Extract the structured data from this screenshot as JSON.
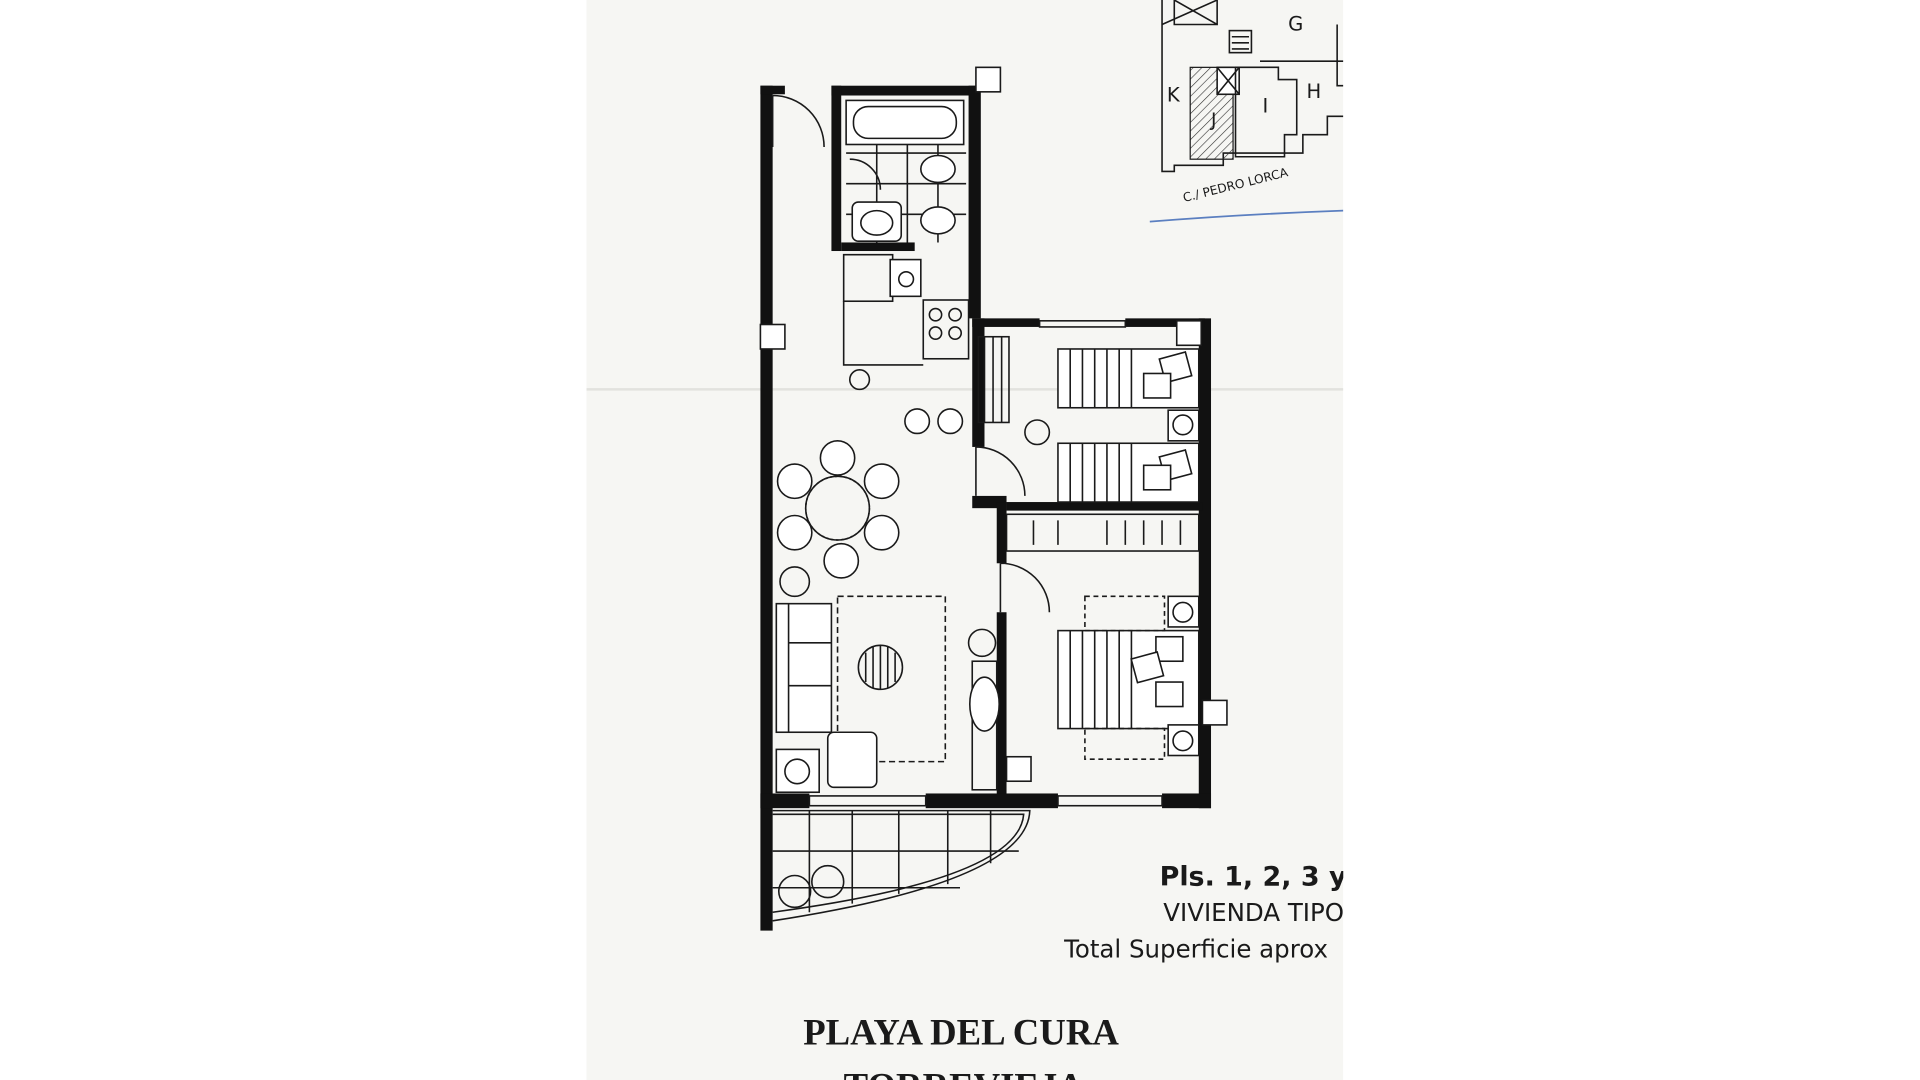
{
  "document": {
    "site_plan": {
      "units": [
        "G",
        "H",
        "I",
        "J",
        "K"
      ],
      "street": "C./ PEDRO LORCA"
    },
    "caption": {
      "floors": "Pls. 1, 2, 3 y",
      "type": "VIVIENDA TIPO",
      "area": "Total Superficie aprox"
    },
    "title": "PLAYA DEL CURA",
    "subtitle": "TORREVIEJA"
  },
  "colors": {
    "paper": "#f6f6f3",
    "ink": "#111111",
    "pen_line": "#5b7fc0"
  }
}
